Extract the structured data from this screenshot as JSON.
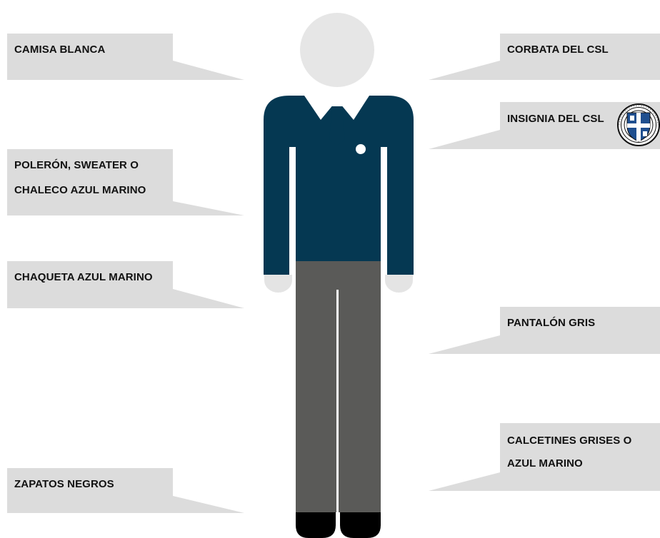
{
  "colors": {
    "callout": "#dcdcdc",
    "head": "#e6e6e6",
    "hands": "#e4e4e4",
    "jacket": "#053852",
    "shirt_tie": "#ffffff",
    "pants": "#5a5a58",
    "shoes": "#000000"
  },
  "labels": {
    "camisa": "CAMISA BLANCA",
    "corbata": "CORBATA DEL CSL",
    "insignia": "INSIGNIA DEL CSL",
    "poleron_line1": "POLERÓN, SWEATER O",
    "poleron_line2": "CHALECO AZUL MARINO",
    "chaqueta": "CHAQUETA AZUL MARINO",
    "pantalon": "PANTALÓN GRIS",
    "calcetines_line1": "CALCETINES GRISES O",
    "calcetines_line2": "AZUL MARINO",
    "zapatos": "ZAPATOS NEGROS"
  },
  "emblem": {
    "icon": "csl-crest-icon"
  }
}
